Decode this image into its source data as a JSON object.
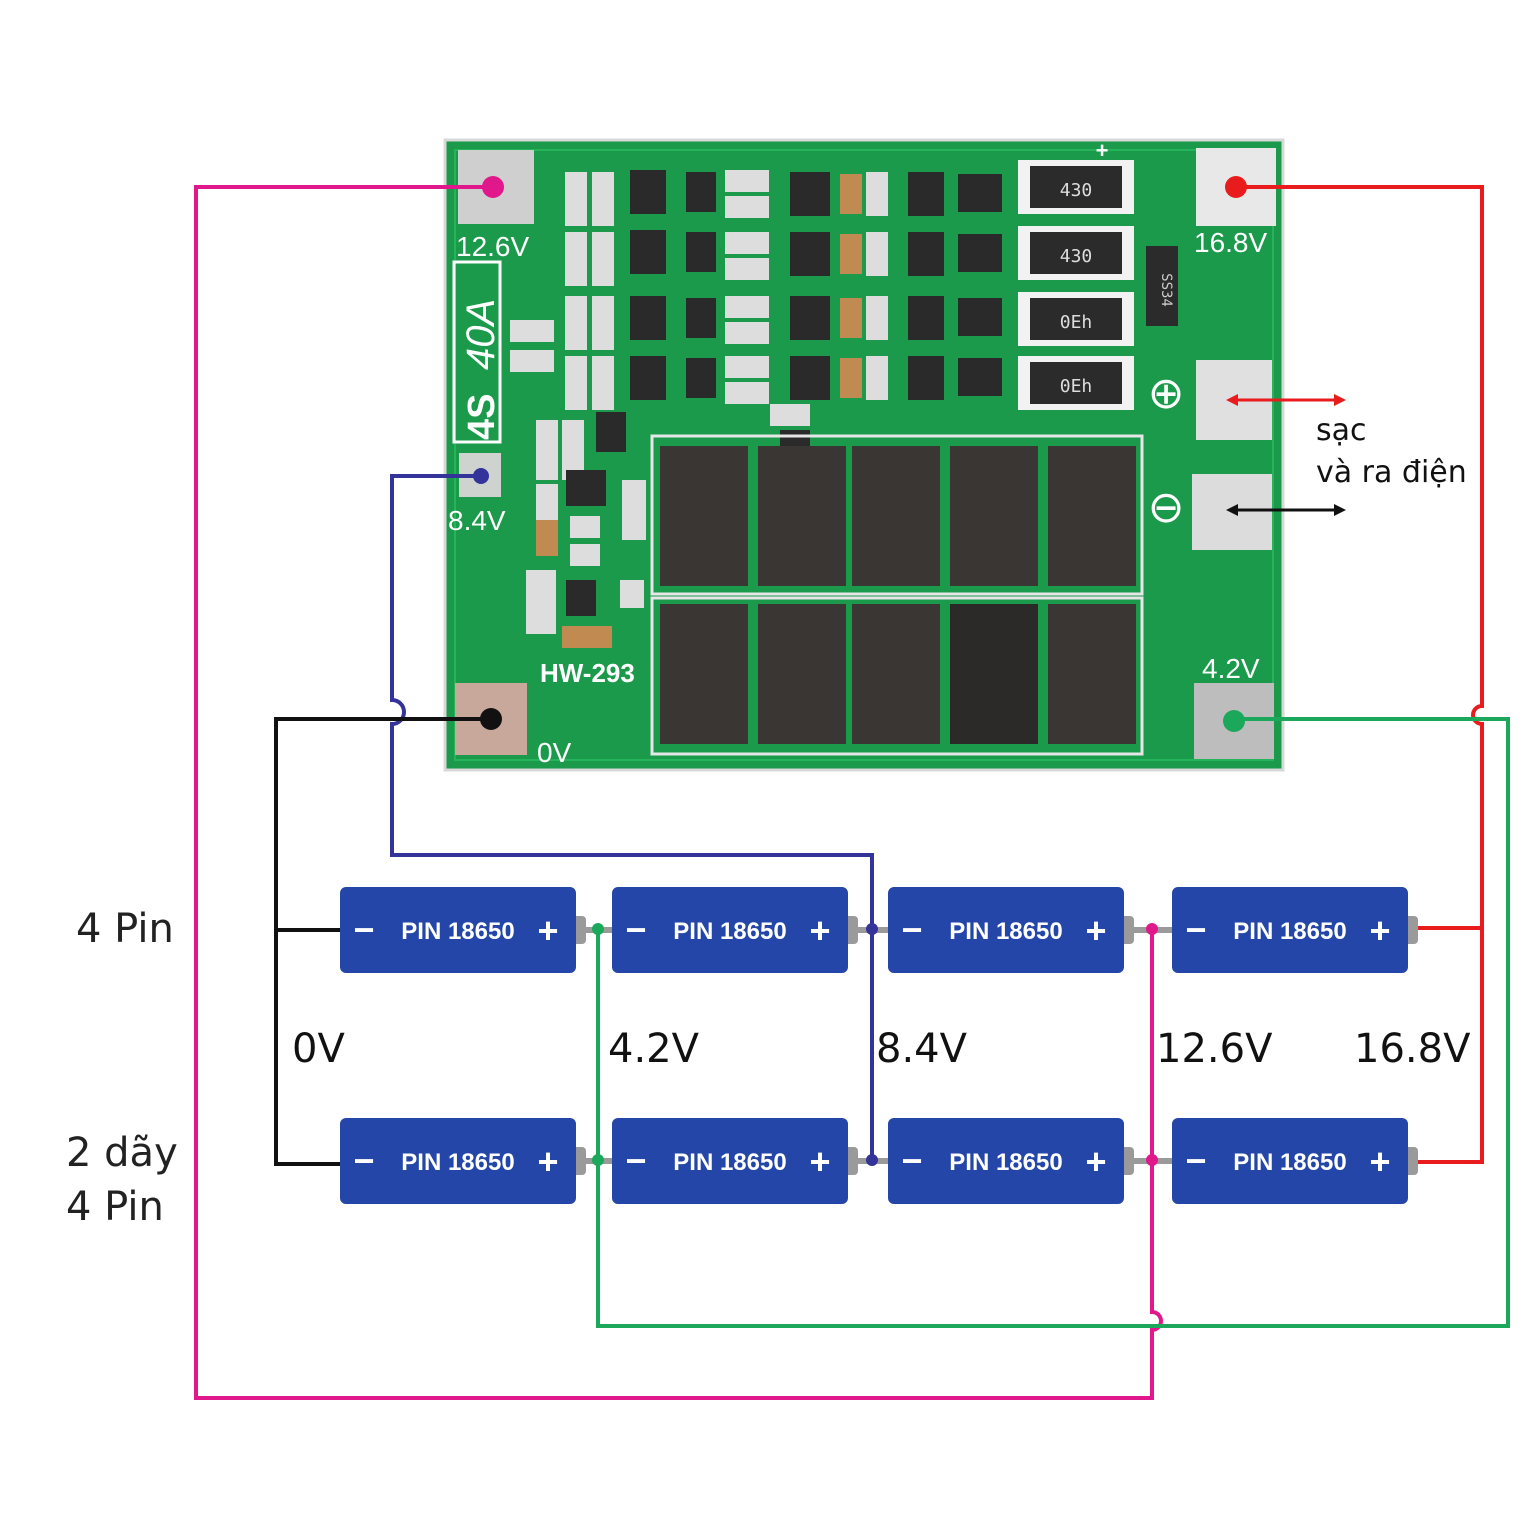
{
  "board": {
    "model_label": "HW-293",
    "config_label": "4S",
    "current_label": "40A",
    "pads": {
      "b3": "12.6V",
      "b4": "16.8V",
      "b2": "8.4V",
      "b1": "4.2V",
      "b0": "0V"
    },
    "positive_symbol": "⊕",
    "negative_symbol": "⊖",
    "resistor_codes": [
      "430",
      "430",
      "0Eh",
      "0Eh"
    ],
    "diode_code": "SS34"
  },
  "annotation": {
    "line1": "sạc",
    "line2": "và ra điện"
  },
  "side_labels": {
    "top": "4 Pin",
    "bottom_line1": "2 dãy",
    "bottom_line2": "4 Pin"
  },
  "node_voltages": [
    "0V",
    "4.2V",
    "8.4V",
    "12.6V",
    "16.8V"
  ],
  "cells": {
    "label": "PIN 18650",
    "minus": "−",
    "plus": "+"
  },
  "colors": {
    "pcb": "#1a9a4a",
    "cell": "#2446a8",
    "wire_0v": "#111111",
    "wire_4v2": "#1ba85a",
    "wire_8v4": "#33339a",
    "wire_12v6": "#e0188c",
    "wire_16v8": "#e81c1c"
  }
}
